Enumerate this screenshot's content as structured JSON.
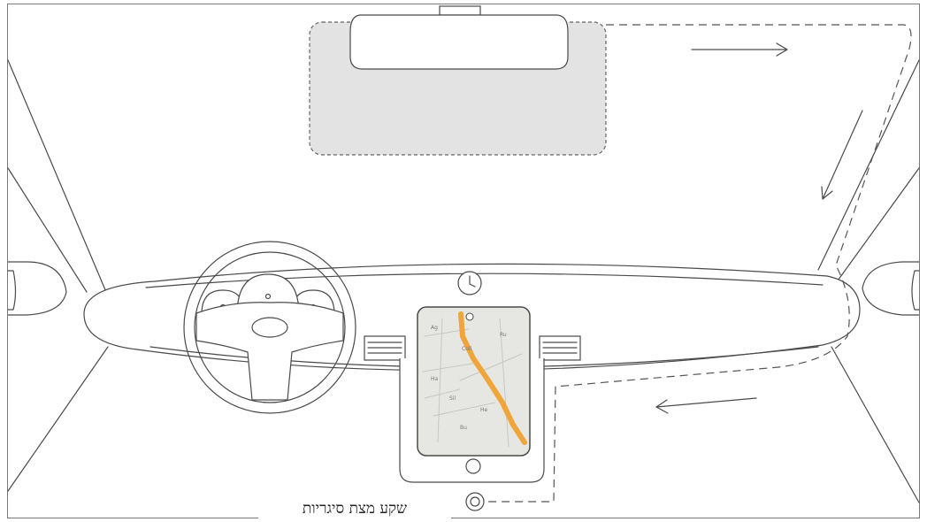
{
  "caption": {
    "label": "שקע מצת סיגריות"
  },
  "map": {
    "road_labels": [
      "Coll",
      "Ha",
      "Sil",
      "He",
      "Ru",
      "Bu",
      "Ag"
    ]
  },
  "colors": {
    "line": "#4a4a4a",
    "mount_zone_fill": "#e3e3e3",
    "route": "#f0a53a",
    "map_background": "#e6e6e3"
  }
}
